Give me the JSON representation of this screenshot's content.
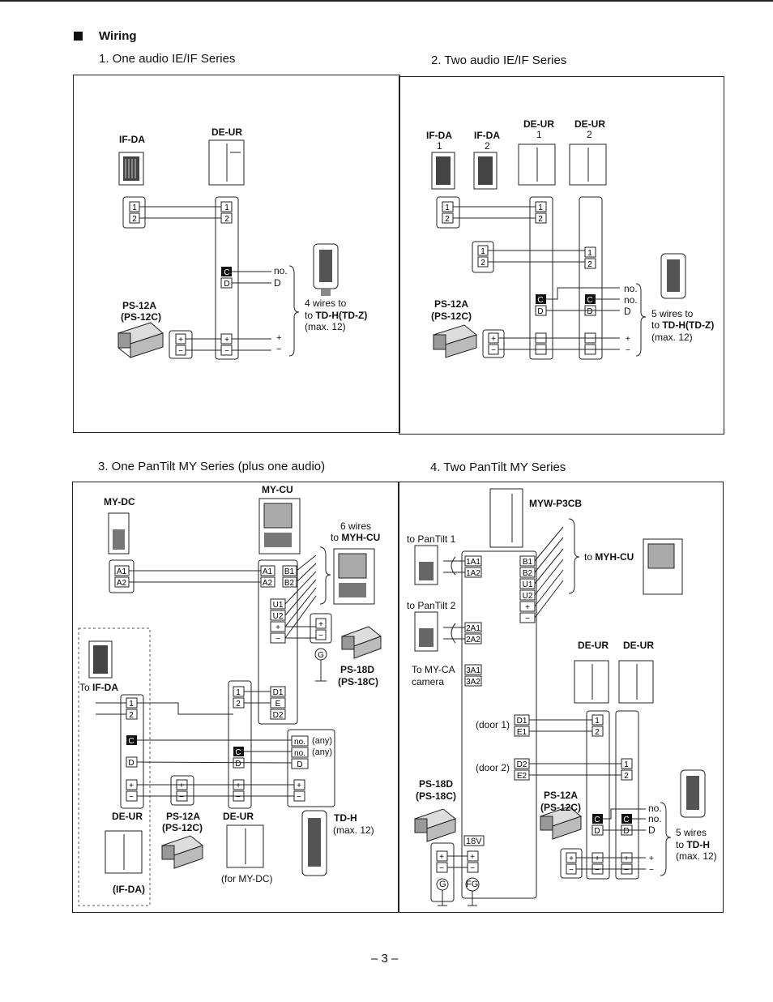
{
  "section": {
    "title": "Wiring"
  },
  "headings": {
    "h1": "1. One audio IE/IF Series",
    "h2": "2. Two audio IE/IF Series",
    "h3": "3. One PanTilt MY Series (plus one audio)",
    "h4": "4. Two PanTilt MY Series"
  },
  "p1": {
    "if_da": "IF-DA",
    "de_ur": "DE-UR",
    "ps": "PS-12A",
    "ps_alt": "(PS-12C)",
    "no": "no.",
    "d": "D",
    "wires": "4 wires to",
    "to": "to ",
    "target": "TD-H(TD-Z)",
    "max": "(max. 12)",
    "plus": "+",
    "minus": "−"
  },
  "p2": {
    "if_da": "IF-DA",
    "de_ur": "DE-UR",
    "n1": "1",
    "n2": "2",
    "ps": "PS-12A",
    "ps_alt": "(PS-12C)",
    "no": "no.",
    "d": "D",
    "wires": "5 wires to",
    "to": "to ",
    "target": "TD-H(TD-Z)",
    "max": "(max. 12)"
  },
  "p3": {
    "my_dc": "MY-DC",
    "my_cu": "MY-CU",
    "wires": "6 wires",
    "to": "to ",
    "target": "MYH-CU",
    "to_ifda": "To ",
    "ifda": "IF-DA",
    "ps18d": "PS-18D",
    "ps18c": "(PS-18C)",
    "de_ur": "DE-UR",
    "ps12a": "PS-12A",
    "ps12c": "(PS-12C)",
    "td_h": "TD-H",
    "max": "(max. 12)",
    "if_da_paren": "(IF-DA)",
    "for_mydc": "(for MY-DC)",
    "any": "(any)"
  },
  "p4": {
    "myw": "MYW-P3CB",
    "to_pt1": "to PanTilt 1",
    "to_pt2": "to PanTilt 2",
    "to": "to ",
    "target": "MYH-CU",
    "to_myca": "To MY-CA",
    "camera": "camera",
    "de_ur": "DE-UR",
    "door1": "(door 1)",
    "door2": "(door 2)",
    "ps18d": "PS-18D",
    "ps18c": "(PS-18C)",
    "ps12a": "PS-12A",
    "ps12c": "(PS-12C)",
    "no": "no.",
    "d": "D",
    "wires": "5 wires",
    "td_target": "TD-H",
    "max": "(max. 12)",
    "v18": "18V",
    "fg": "FG",
    "g": "G"
  },
  "page_number": "– 3 –"
}
